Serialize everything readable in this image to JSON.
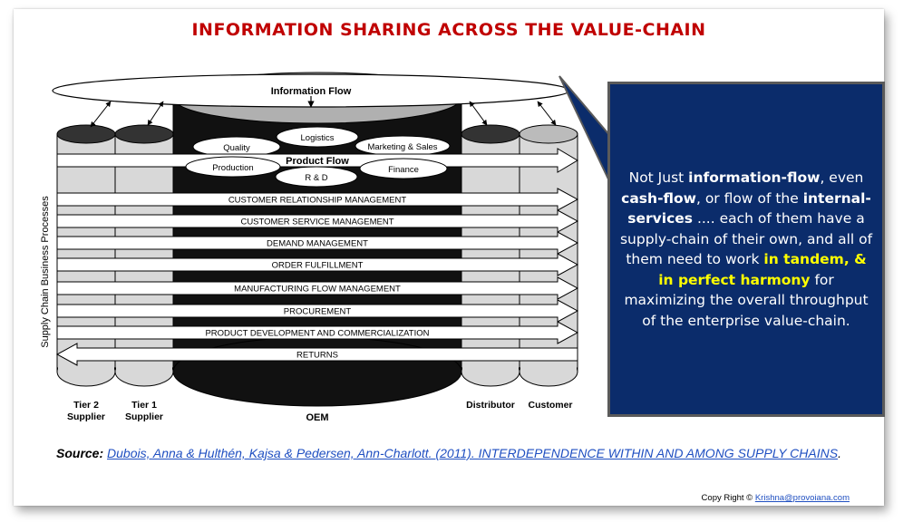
{
  "title": "INFORMATION SHARING ACROSS THE VALUE-CHAIN",
  "diagram": {
    "information_flow": "Information Flow",
    "product_flow": "Product Flow",
    "vertical_label": "Supply Chain Business Processes",
    "functions": [
      "Logistics",
      "Quality",
      "Marketing & Sales",
      "Production",
      "Finance",
      "R & D"
    ],
    "processes": [
      "CUSTOMER RELATIONSHIP MANAGEMENT",
      "CUSTOMER SERVICE MANAGEMENT",
      "DEMAND MANAGEMENT",
      "ORDER FULFILLMENT",
      "MANUFACTURING FLOW MANAGEMENT",
      "PROCUREMENT",
      "PRODUCT DEVELOPMENT AND COMMERCIALIZATION",
      "RETURNS"
    ],
    "tier2_l1": "Tier 2",
    "tier2_l2": "Supplier",
    "tier1_l1": "Tier 1",
    "tier1_l2": "Supplier",
    "oem": "OEM",
    "distributor": "Distributor",
    "customer": "Customer"
  },
  "callout": {
    "p1": "Not Just ",
    "b1": "information-flow",
    "p2": ", even ",
    "b2": "cash-flow",
    "p3": ", or flow of the ",
    "b3": "internal-services",
    "p4": " .... each of them have a supply-chain of their own, and all of them need to work ",
    "highlight": "in tandem, & in perfect harmony",
    "p5": " for maximizing the overall throughput of the enterprise value-chain."
  },
  "source": {
    "label": "Source:",
    "link_text": "Dubois, Anna & Hulthén, Kajsa & Pedersen, Ann-Charlott. (2011). INTERDEPENDENCE WITHIN AND AMONG SUPPLY CHAINS",
    "period": "."
  },
  "copyright": {
    "text": "Copy Right © ",
    "link": "Krishna@provoiana.com"
  },
  "colors": {
    "title": "#c00000",
    "callout_bg": "#0b2c6b",
    "highlight": "#ffff00",
    "link": "#1f4fc1"
  }
}
